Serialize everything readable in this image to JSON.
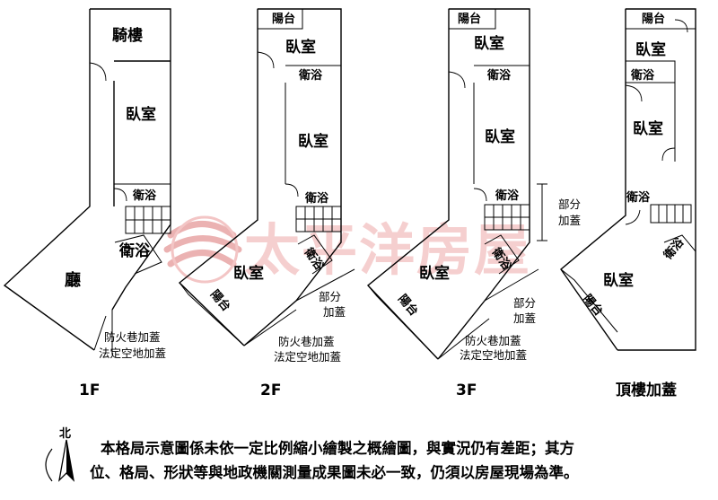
{
  "watermark": "太平洋房屋",
  "floors": [
    {
      "label": "1F",
      "rooms": {
        "arcade": "騎樓",
        "bedroom": "臥室",
        "bath1": "衛浴",
        "bath2": "衛浴",
        "living": "廳"
      },
      "notes": {
        "fire_lane_1": "防火巷加蓋",
        "fire_lane_2": "法定空地加蓋"
      }
    },
    {
      "label": "2F",
      "rooms": {
        "balcony_top": "陽台",
        "bedroom_top": "臥室",
        "bath_top": "衛浴",
        "bedroom_mid": "臥室",
        "bath_mid": "衛浴",
        "bath_angled": "衛浴",
        "bedroom_bottom": "臥室",
        "balcony_bottom": "陽台"
      },
      "notes": {
        "partial_1": "部分",
        "partial_2": "加蓋",
        "fire_lane_1": "防火巷加蓋",
        "fire_lane_2": "法定空地加蓋"
      }
    },
    {
      "label": "3F",
      "rooms": {
        "balcony_top": "陽台",
        "bedroom_top": "臥室",
        "bath_top": "衛浴",
        "bedroom_mid": "臥室",
        "bath_mid": "衛浴",
        "bath_angled": "衛浴",
        "bedroom_bottom": "臥室",
        "balcony_bottom": "陽台"
      },
      "notes": {
        "partial_side_1": "部分",
        "partial_side_2": "加蓋",
        "partial_1": "部分",
        "partial_2": "加蓋",
        "fire_lane_1": "防火巷加蓋",
        "fire_lane_2": "法定空地加蓋"
      }
    },
    {
      "label": "頂樓加蓋",
      "rooms": {
        "balcony_top": "陽台",
        "bedroom_top": "臥室",
        "bath_top": "衛浴",
        "bedroom_mid": "臥室",
        "bath_mid": "衛浴",
        "bath_angled": "衛浴",
        "bedroom_bottom": "臥室",
        "balcony_bottom": "陽台"
      }
    }
  ],
  "north_label": "北",
  "disclaimer": {
    "line1": "本格局示意圖係未依一定比例縮小繪製之概繪圖，與實況仍有差距；其方",
    "line2": "位、格局、形狀等與地政機關測量成果圖未必一致，仍須以房屋現場為準。"
  },
  "colors": {
    "line": "#000000",
    "watermark": "#f4c7c7",
    "watermark_logo": "#e8a5a5"
  }
}
